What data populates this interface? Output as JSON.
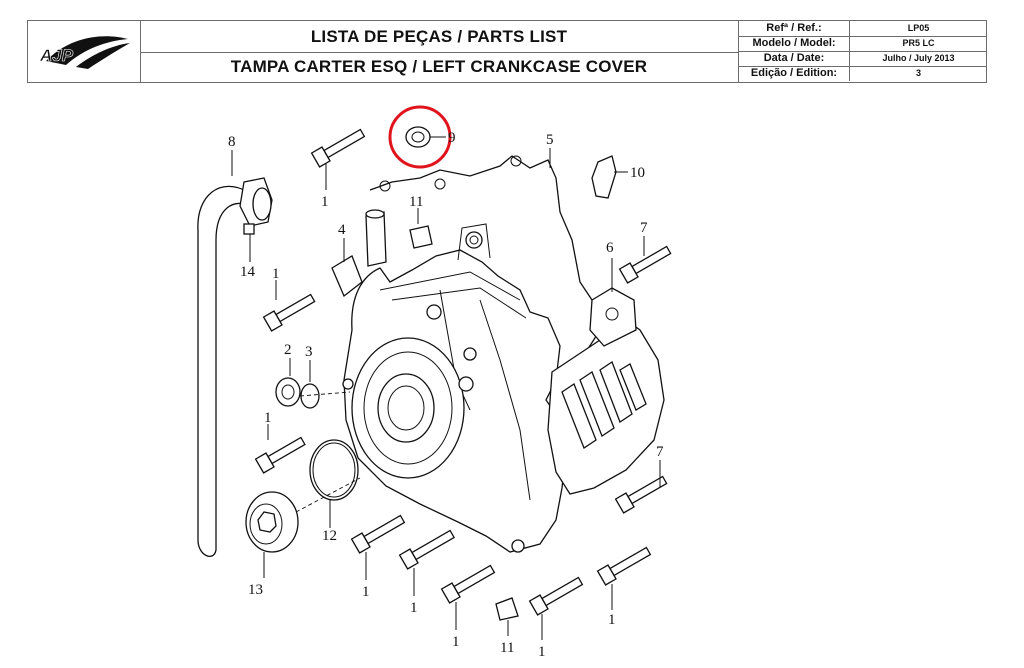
{
  "header": {
    "logo_text": "AJP",
    "title_line1": "LISTA DE PEÇAS / PARTS LIST",
    "title_line2": "TAMPA CARTER ESQ / LEFT CRANKCASE COVER",
    "meta": [
      {
        "label": "Refª / Ref.:",
        "value": "LP05"
      },
      {
        "label": "Modelo / Model:",
        "value": "PR5 LC"
      },
      {
        "label": "Data / Date:",
        "value": "Julho / July 2013"
      },
      {
        "label": "Edição / Edition:",
        "value": "3"
      }
    ]
  },
  "diagram": {
    "highlight_color": "#e0141c",
    "callouts": {
      "c1a": "1",
      "c1b": "1",
      "c1c": "1",
      "c1d": "1",
      "c1e": "1",
      "c1f": "1",
      "c1g": "1",
      "c1h": "1",
      "c2": "2",
      "c3": "3",
      "c4": "4",
      "c5": "5",
      "c6": "6",
      "c7a": "7",
      "c7b": "7",
      "c8": "8",
      "c9": "9",
      "c10": "10",
      "c11a": "11",
      "c11b": "11",
      "c12": "12",
      "c13": "13",
      "c14": "14"
    }
  }
}
